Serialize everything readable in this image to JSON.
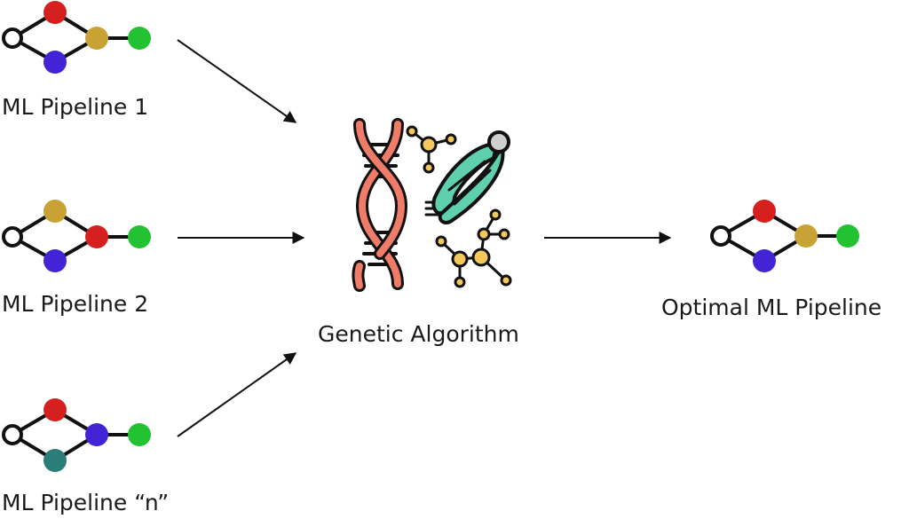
{
  "pipelines": [
    {
      "label": "ML Pipeline 1"
    },
    {
      "label": "ML Pipeline 2"
    },
    {
      "label": "ML Pipeline “n”"
    }
  ],
  "center": {
    "label": "Genetic Algorithm",
    "icon": "dna-genetic-icon"
  },
  "output": {
    "label": "Optimal ML Pipeline"
  },
  "colors": {
    "red": "#d6201f",
    "gold": "#c9a236",
    "green": "#22c232",
    "blue": "#4323d6",
    "teal": "#2b7d79",
    "dna_orange": "#ef7b69",
    "dna_teal": "#5fd0ad",
    "molecule_gold": "#f6c75a"
  }
}
